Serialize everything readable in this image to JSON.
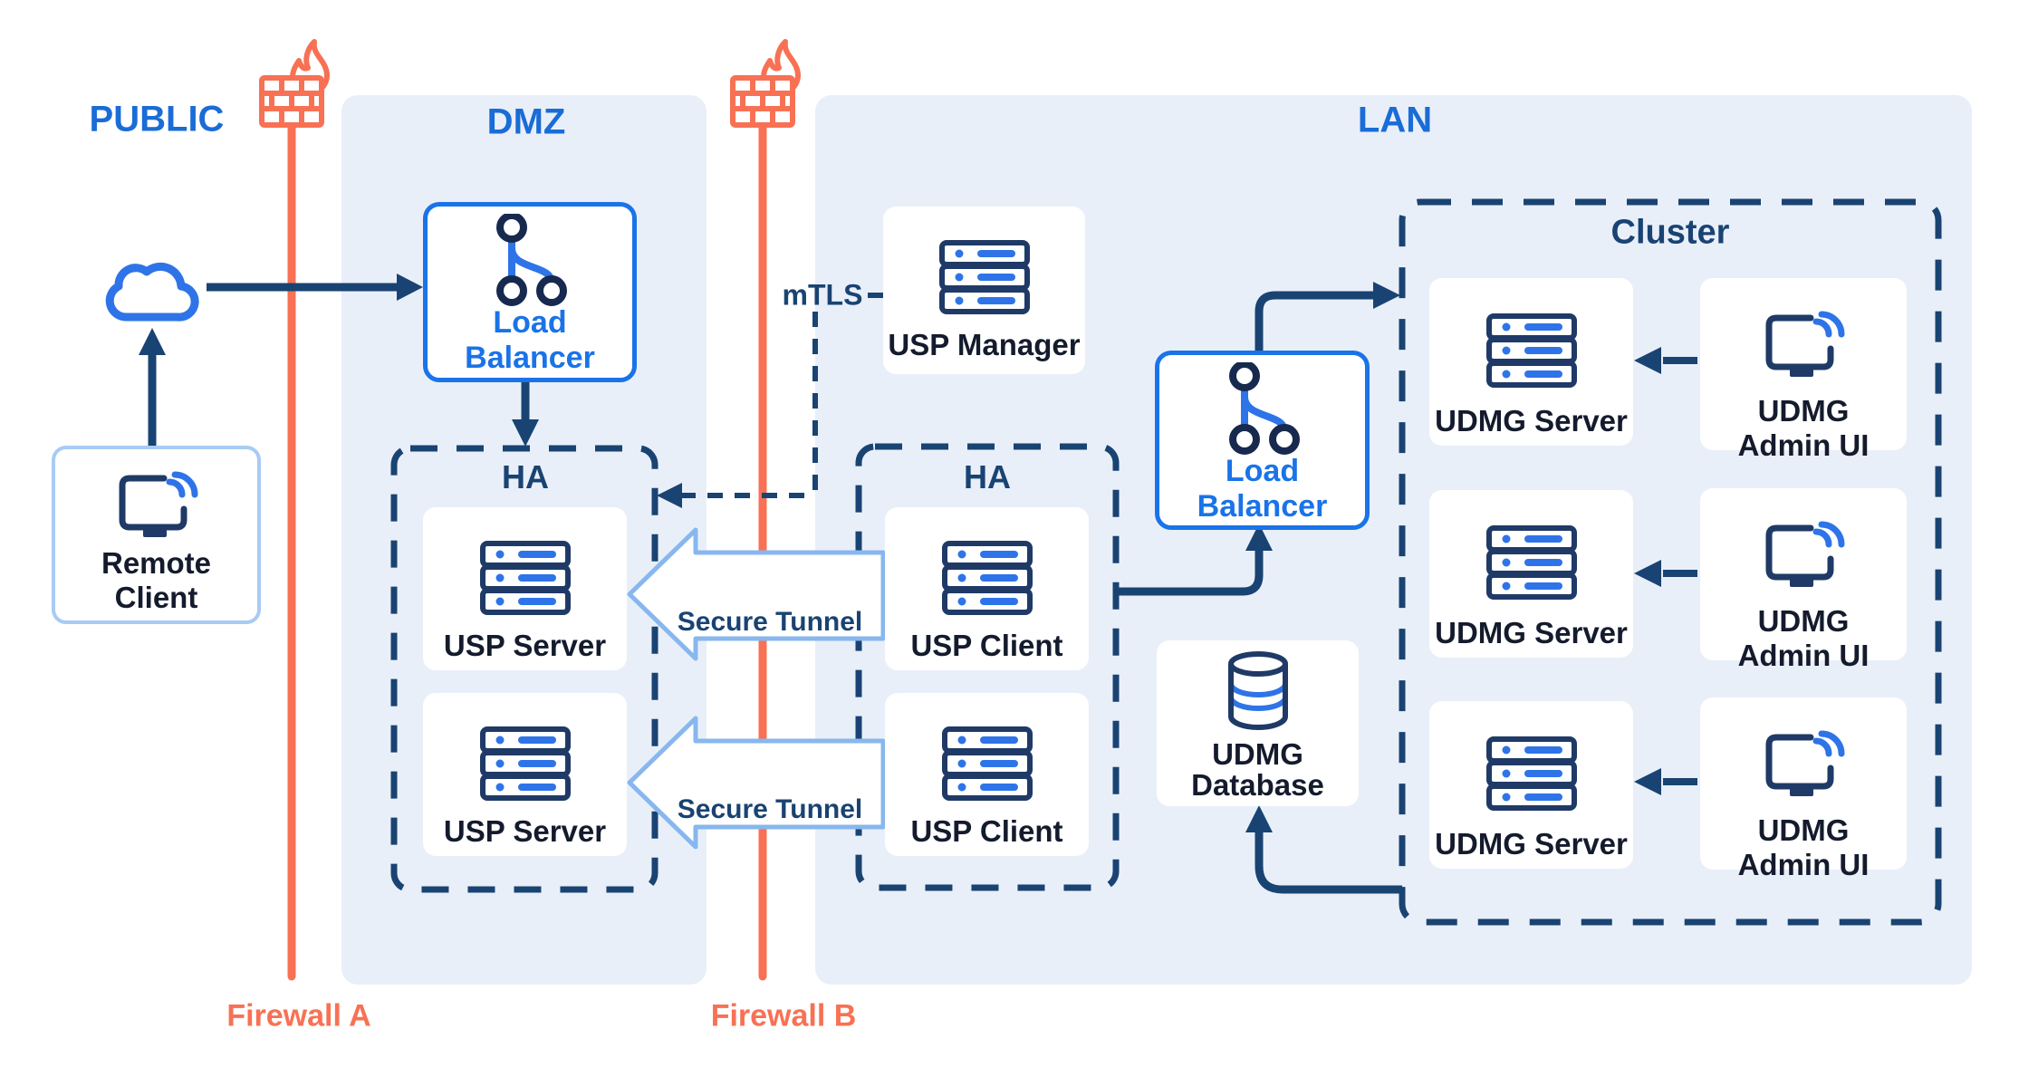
{
  "colors": {
    "zone_bg": "#E9EFF9",
    "zone_label": "#1A6CD6",
    "navy": "#194372",
    "dark": "#141B2D",
    "blue": "#2E74E8",
    "lb_blue": "#1A73E8",
    "orange": "#F87154",
    "rc_border": "#A8CBF4",
    "tunnel_border": "#87B7EE",
    "icon_navy": "#1F3A66"
  },
  "zones": {
    "public": {
      "label": "PUBLIC"
    },
    "dmz": {
      "label": "DMZ"
    },
    "lan": {
      "label": "LAN"
    }
  },
  "firewalls": {
    "a": {
      "label": "Firewall A"
    },
    "b": {
      "label": "Firewall B"
    }
  },
  "public": {
    "remote_client": {
      "line1": "Remote",
      "line2": "Client"
    }
  },
  "dmz": {
    "load_balancer": {
      "line1": "Load",
      "line2": "Balancer"
    },
    "ha": {
      "label": "HA"
    },
    "server1": {
      "label": "USP Server"
    },
    "server2": {
      "label": "USP Server"
    }
  },
  "tunnels": {
    "t1": {
      "label": "Secure Tunnel"
    },
    "t2": {
      "label": "Secure Tunnel"
    }
  },
  "lan": {
    "mtls": {
      "label": "mTLS"
    },
    "usp_manager": {
      "label": "USP Manager"
    },
    "ha": {
      "label": "HA"
    },
    "client1": {
      "label": "USP Client"
    },
    "client2": {
      "label": "USP Client"
    },
    "load_balancer": {
      "line1": "Load",
      "line2": "Balancer"
    },
    "database": {
      "line1": "UDMG",
      "line2": "Database"
    }
  },
  "cluster": {
    "label": "Cluster",
    "rows": [
      {
        "server": "UDMG Server",
        "admin1": "UDMG",
        "admin2": "Admin UI"
      },
      {
        "server": "UDMG Server",
        "admin1": "UDMG",
        "admin2": "Admin UI"
      },
      {
        "server": "UDMG Server",
        "admin1": "UDMG",
        "admin2": "Admin UI"
      }
    ]
  }
}
